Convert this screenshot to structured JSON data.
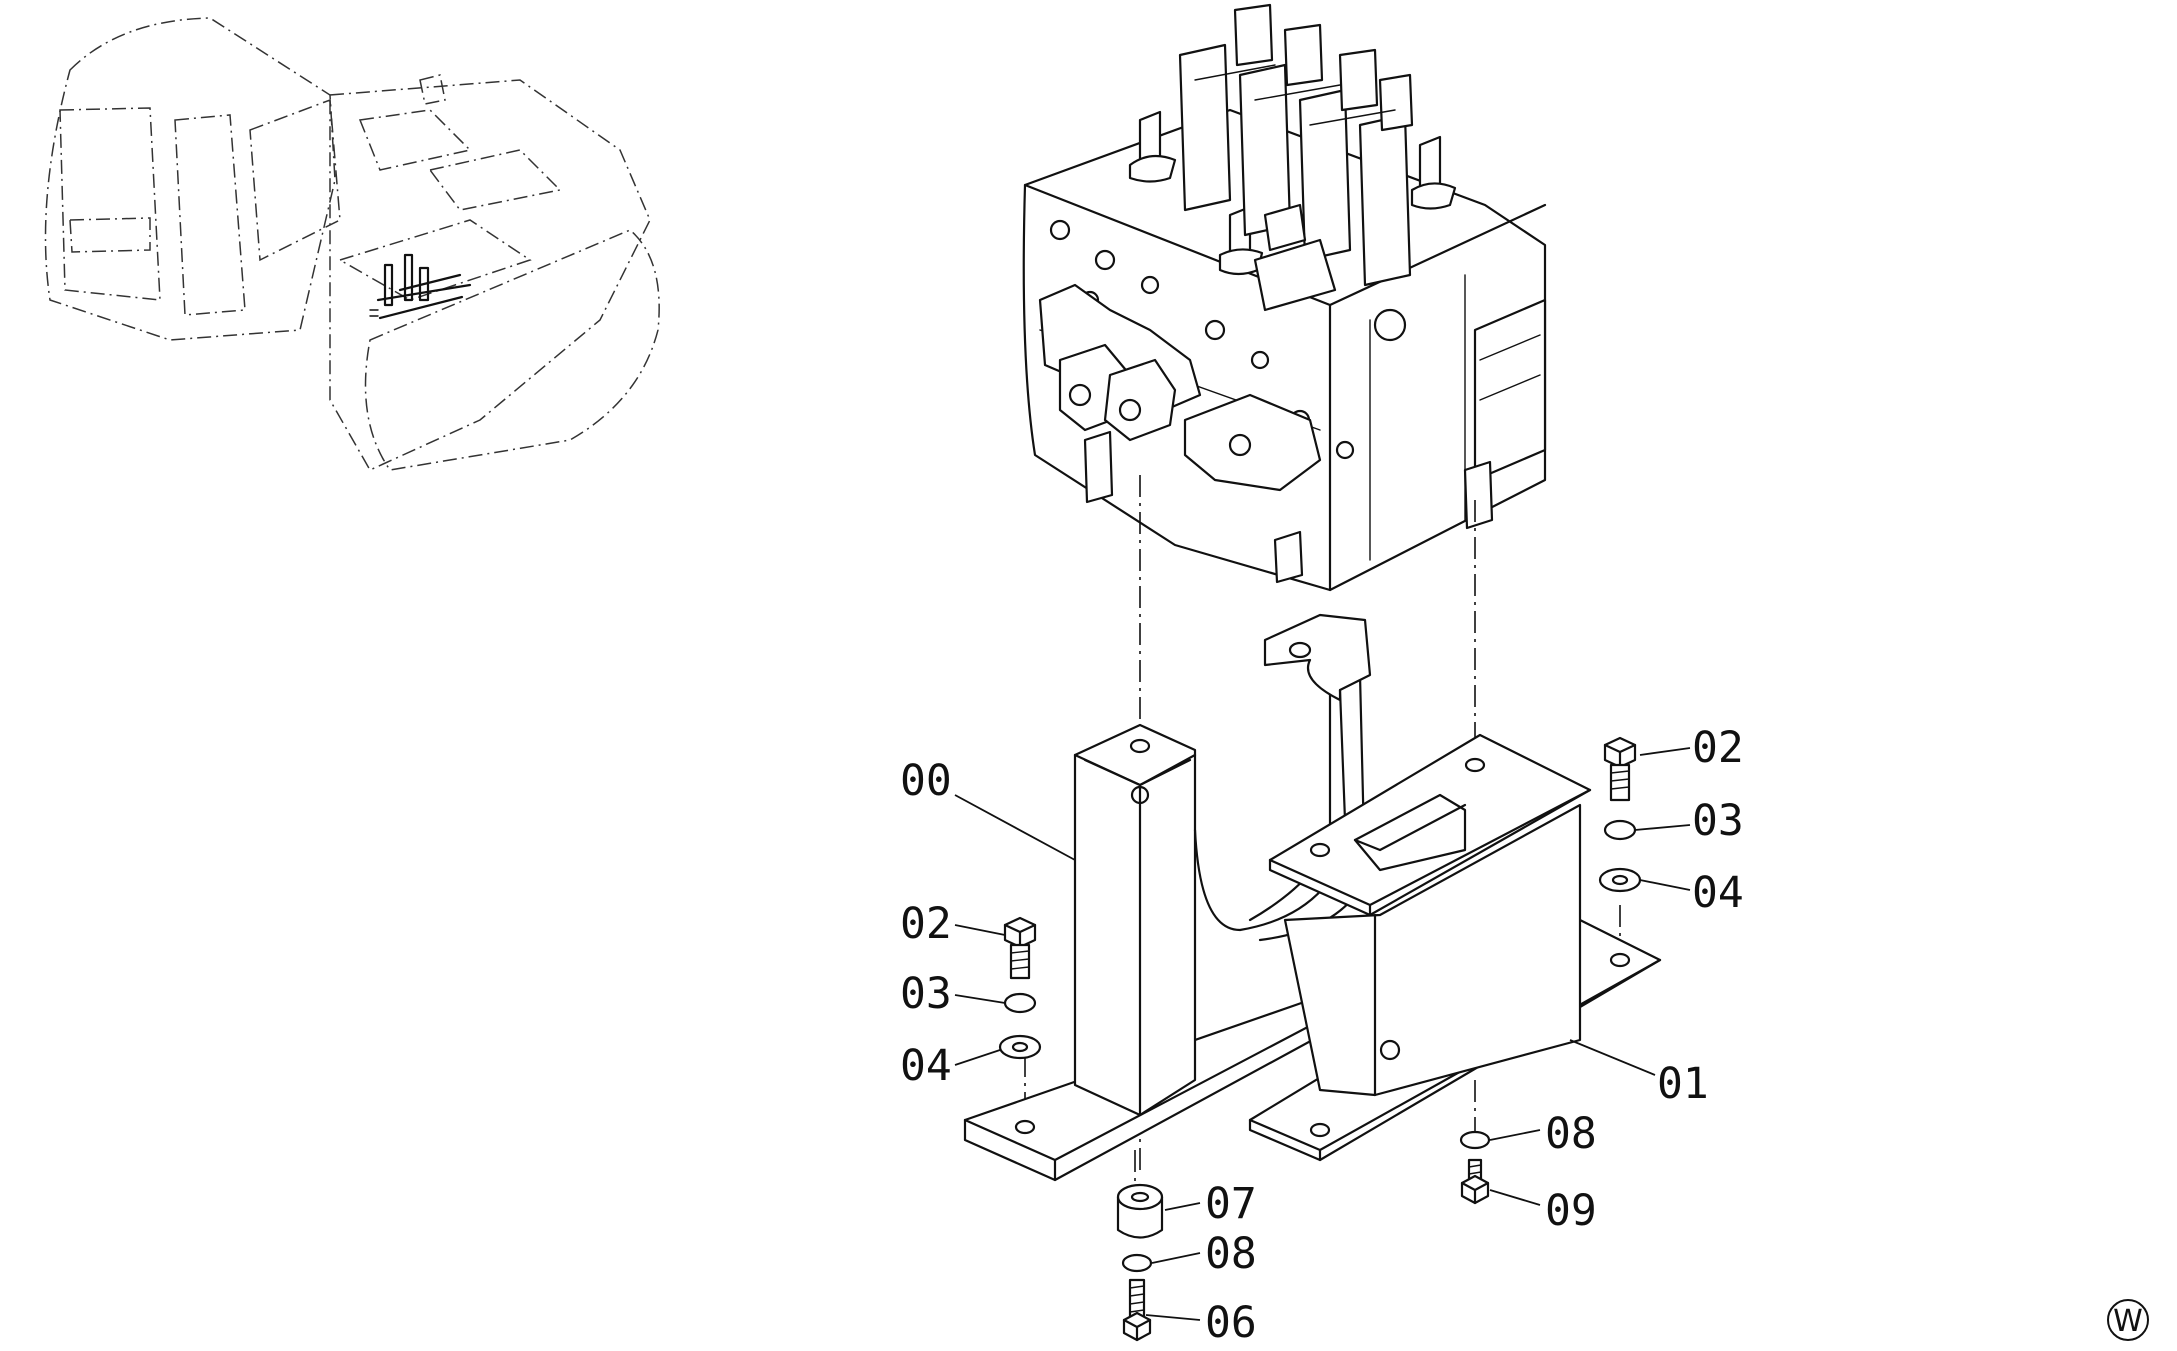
{
  "callouts": {
    "part_00": "00",
    "part_01": "01",
    "part_02_left": "02",
    "part_02_right": "02",
    "part_03_left": "03",
    "part_03_right": "03",
    "part_04_left": "04",
    "part_04_right": "04",
    "part_06": "06",
    "part_07": "07",
    "part_08_bottom": "08",
    "part_08_right": "08",
    "part_09": "09"
  },
  "corner_mark": "W"
}
